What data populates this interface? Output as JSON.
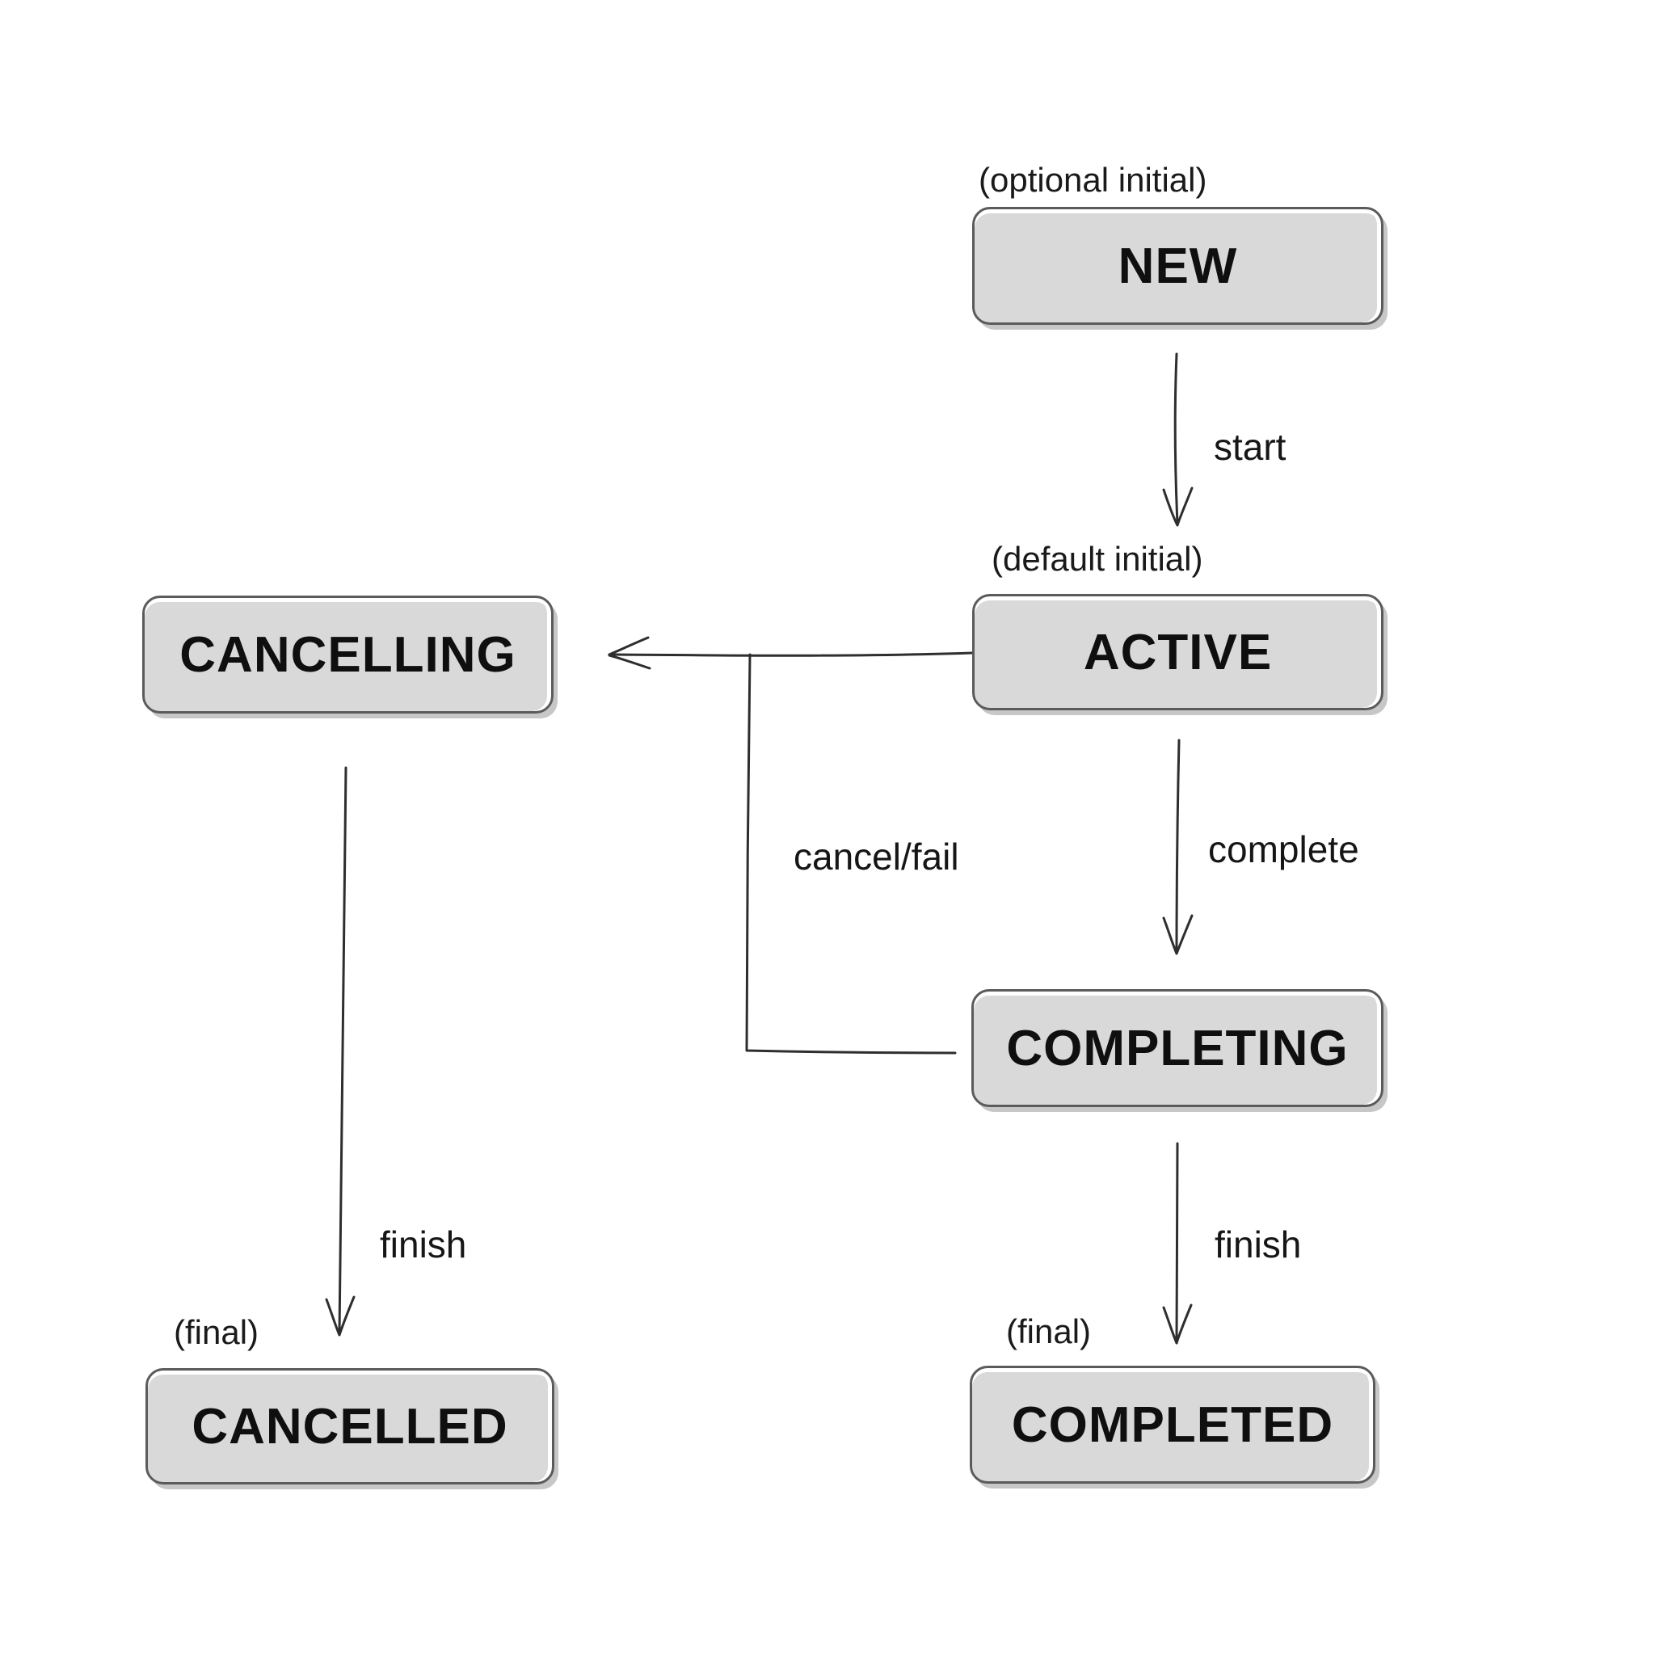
{
  "colors": {
    "background": "#ffffff",
    "node_fill": "#d9d9d9",
    "node_border": "#5b5b5b",
    "node_text": "#0f0f0f",
    "edge": "#2e2e2e"
  },
  "states": {
    "new": {
      "label": "NEW",
      "annotation": "(optional initial)"
    },
    "active": {
      "label": "ACTIVE",
      "annotation": "(default initial)"
    },
    "cancelling": {
      "label": "CANCELLING"
    },
    "completing": {
      "label": "COMPLETING"
    },
    "cancelled": {
      "label": "CANCELLED",
      "annotation": "(final)"
    },
    "completed": {
      "label": "COMPLETED",
      "annotation": "(final)"
    }
  },
  "edges": {
    "start": {
      "label": "start",
      "from": "NEW",
      "to": "ACTIVE"
    },
    "complete": {
      "label": "complete",
      "from": "ACTIVE",
      "to": "COMPLETING"
    },
    "cancel_fail": {
      "label": "cancel/fail",
      "from": "ACTIVE, COMPLETING",
      "to": "CANCELLING"
    },
    "finish_to_completed": {
      "label": "finish",
      "from": "COMPLETING",
      "to": "COMPLETED"
    },
    "finish_to_cancelled": {
      "label": "finish",
      "from": "CANCELLING",
      "to": "CANCELLED"
    }
  }
}
